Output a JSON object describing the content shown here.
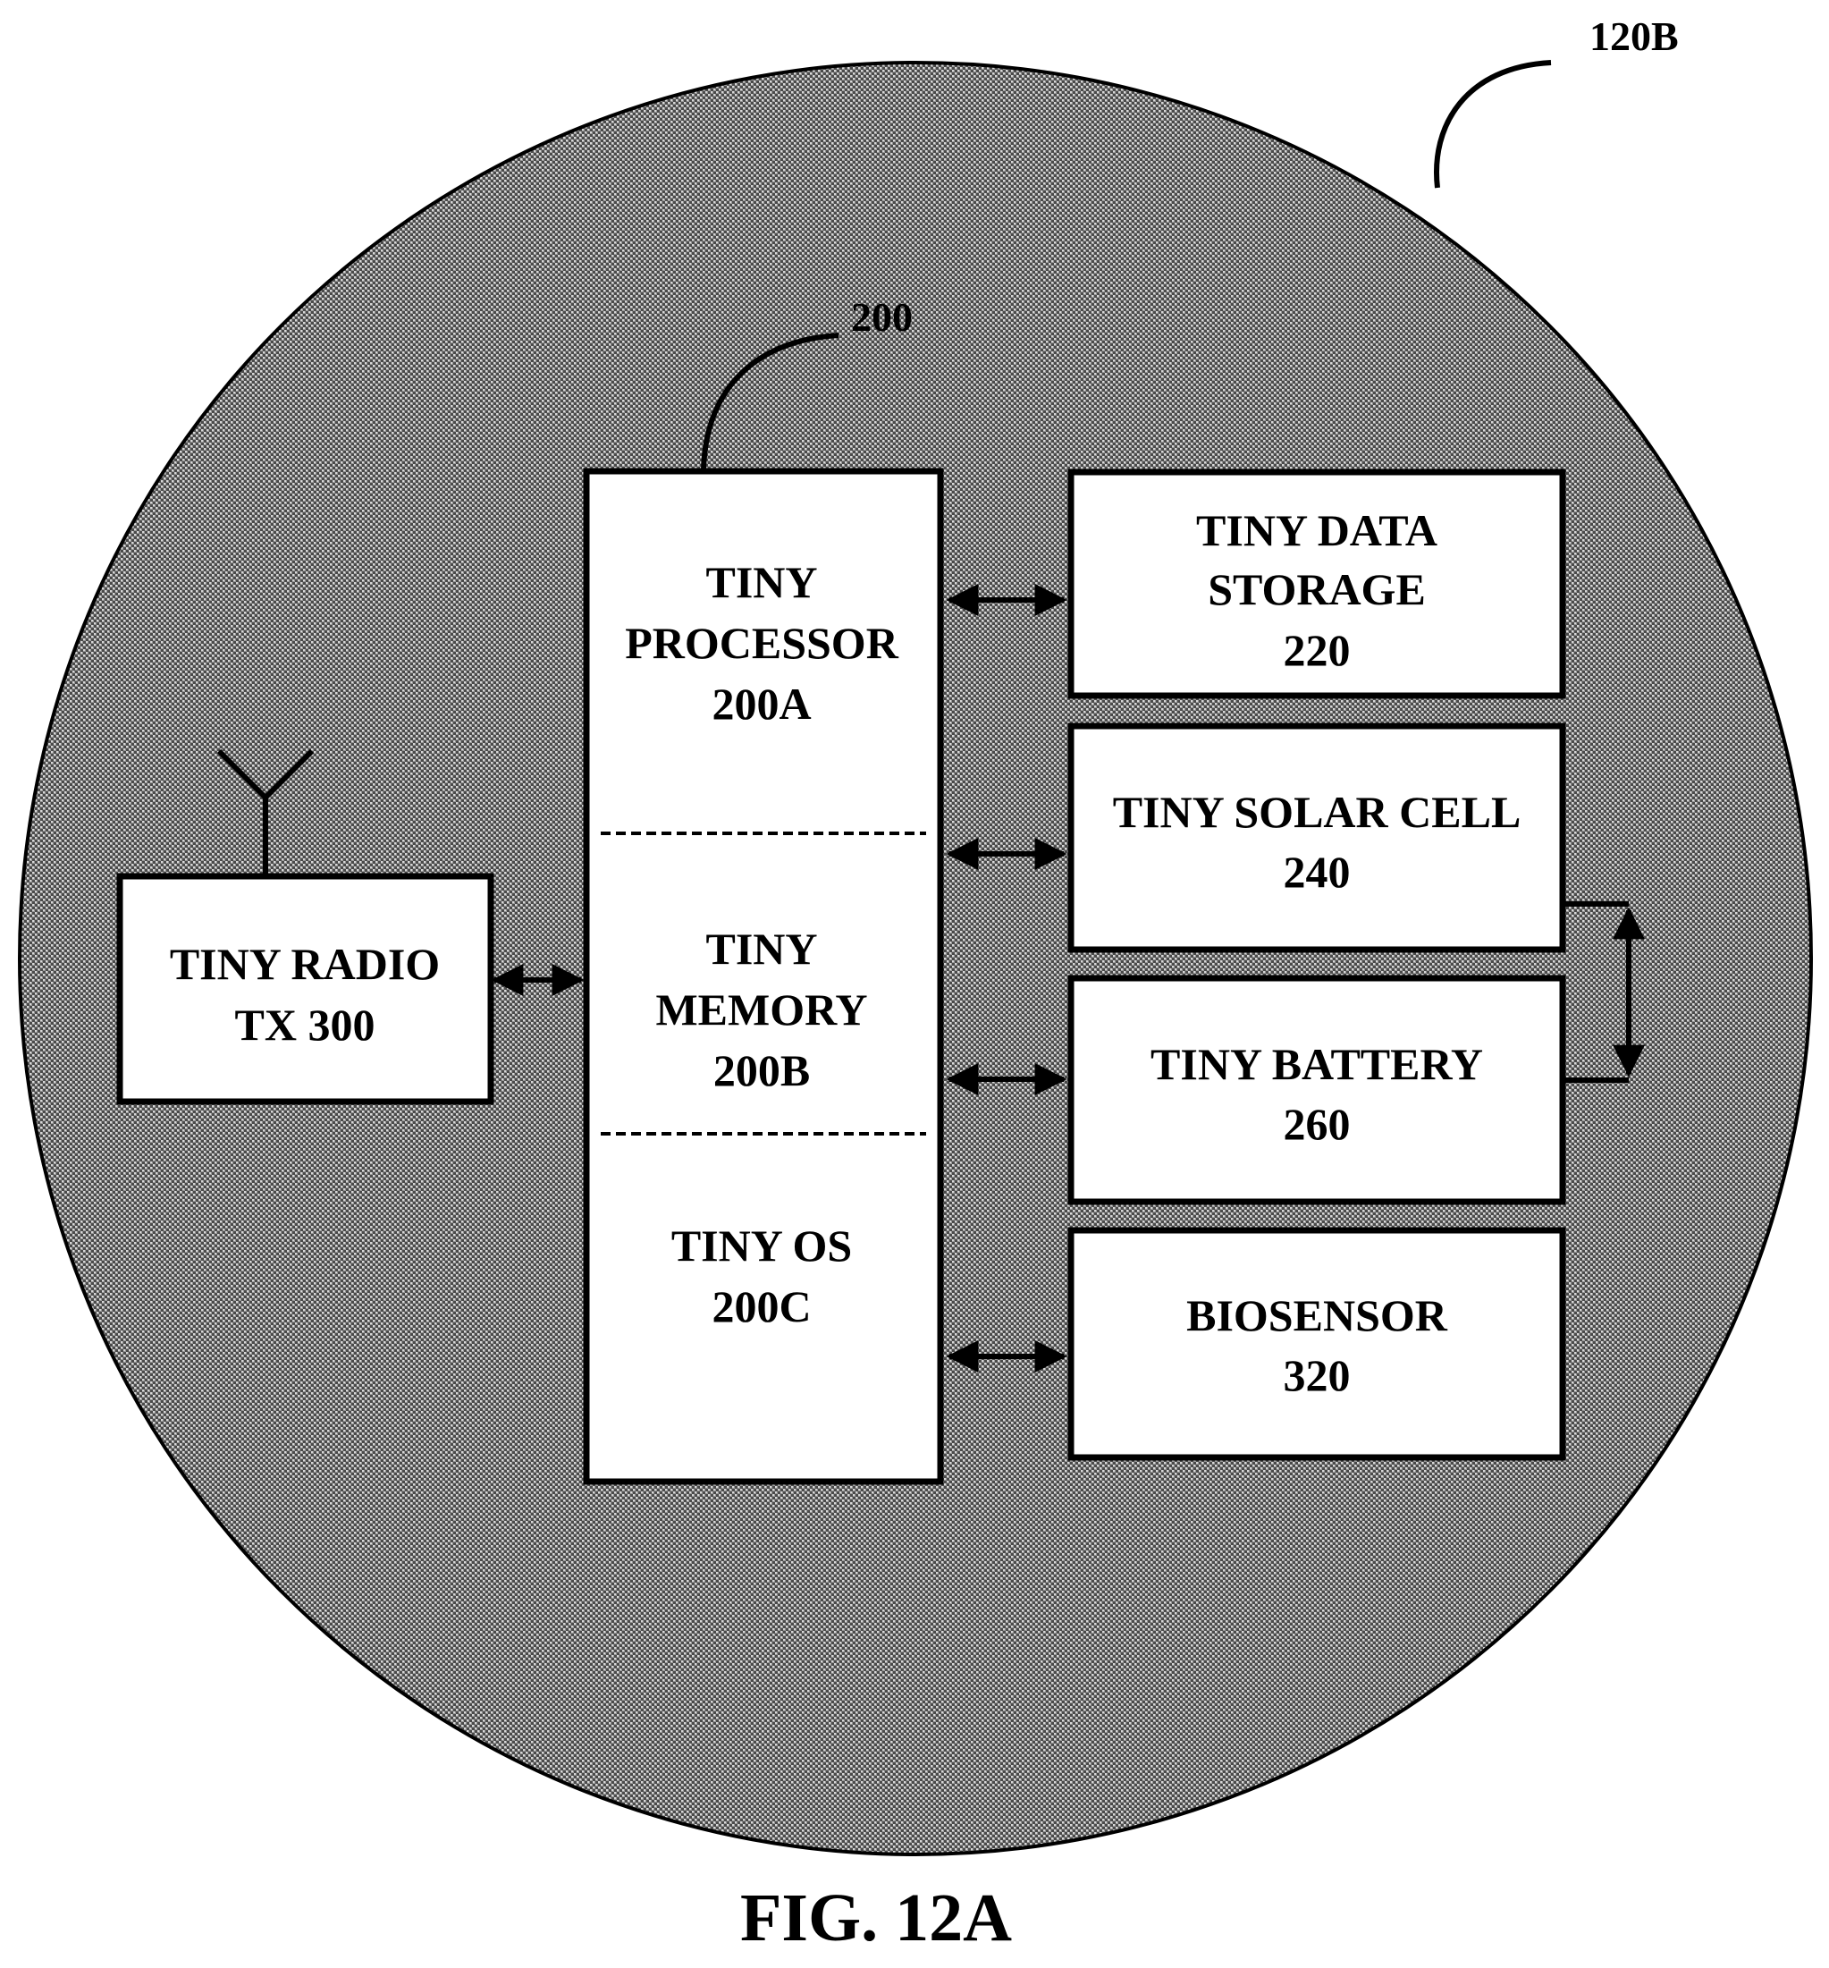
{
  "figure": {
    "caption": "FIG. 12A",
    "device_ref": "120B",
    "module_ref": "200"
  },
  "radio": {
    "line1": "TINY RADIO",
    "line2": "TX 300"
  },
  "module": {
    "processor": {
      "line1": "TINY",
      "line2": "PROCESSOR",
      "line3": "200A"
    },
    "memory": {
      "line1": "TINY",
      "line2": "MEMORY",
      "line3": "200B"
    },
    "os": {
      "line1": "TINY OS",
      "line2": "200C"
    }
  },
  "peripherals": {
    "storage": {
      "line1": "TINY DATA",
      "line2": "STORAGE",
      "line3": "220"
    },
    "solar": {
      "line1": "TINY SOLAR CELL",
      "line2": "240"
    },
    "battery": {
      "line1": "TINY BATTERY",
      "line2": "260"
    },
    "biosensor": {
      "line1": "BIOSENSOR",
      "line2": "320"
    }
  },
  "colors": {
    "line": "#000000",
    "box_fill": "#ffffff",
    "texture_dark": "#4a4a4a",
    "texture_light": "#d8d8d8"
  }
}
